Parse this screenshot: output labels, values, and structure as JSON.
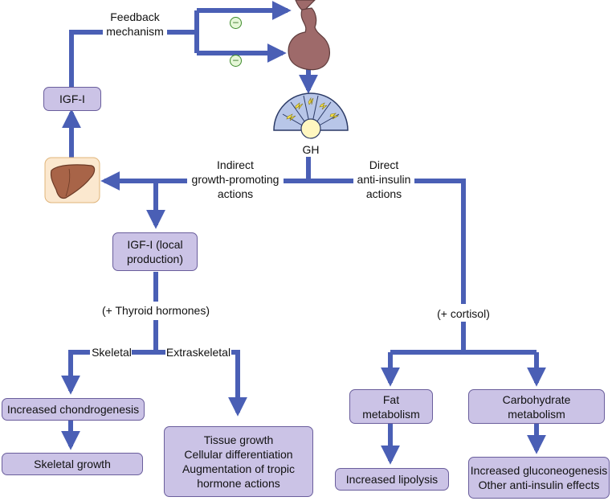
{
  "labels": {
    "feedback": "Feedback\nmechanism",
    "gh": "GH",
    "indirect": "Indirect\ngrowth-promoting\nactions",
    "direct": "Direct\nanti-insulin\nactions",
    "thyroid": "(+ Thyroid hormones)",
    "cortisol": "(+ cortisol)",
    "skeletal": "Skeletal",
    "extraskeletal": "Extraskeletal",
    "minus": "–"
  },
  "boxes": {
    "igf1": "IGF-I",
    "igf1_local": [
      "IGF-I (local",
      "production)"
    ],
    "chondro": "Increased chondrogenesis",
    "skeletal_growth": "Skeletal growth",
    "tissue": [
      "Tissue growth",
      "Cellular differentiation",
      "Augmentation of tropic",
      "hormone actions"
    ],
    "fat": [
      "Fat",
      "metabolism"
    ],
    "lipolysis": "Increased lipolysis",
    "carb": [
      "Carbohydrate",
      "metabolism"
    ],
    "gluco": [
      "Increased gluconeogenesis",
      "Other anti-insulin effects"
    ]
  },
  "colors": {
    "arrow": "#4a5fb5",
    "box_fill": "#cbc3e6",
    "liver": "#a86448",
    "pituitary": "#9e6a6a"
  }
}
